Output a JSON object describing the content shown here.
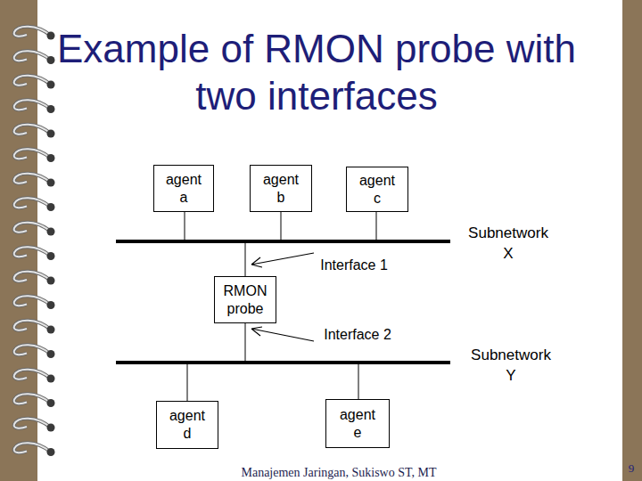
{
  "diagram": {
    "title": "Example of RMON probe with two interfaces",
    "nodes": [
      {
        "text": [
          "agent a"
        ]
      },
      {
        "text": [
          "agent b"
        ]
      },
      {
        "text": [
          "agent c"
        ]
      },
      {
        "text": [
          "RMON probe"
        ]
      },
      {
        "text": [
          "agent d"
        ]
      },
      {
        "text": [
          "agent e"
        ]
      }
    ],
    "labels": [
      "Interface 1",
      "Subnetwork X",
      "Interface 2",
      "Subnetwork Y",
      "Manajemen Jaringan, Sukiswo ST, MT",
      "9"
    ]
  }
}
